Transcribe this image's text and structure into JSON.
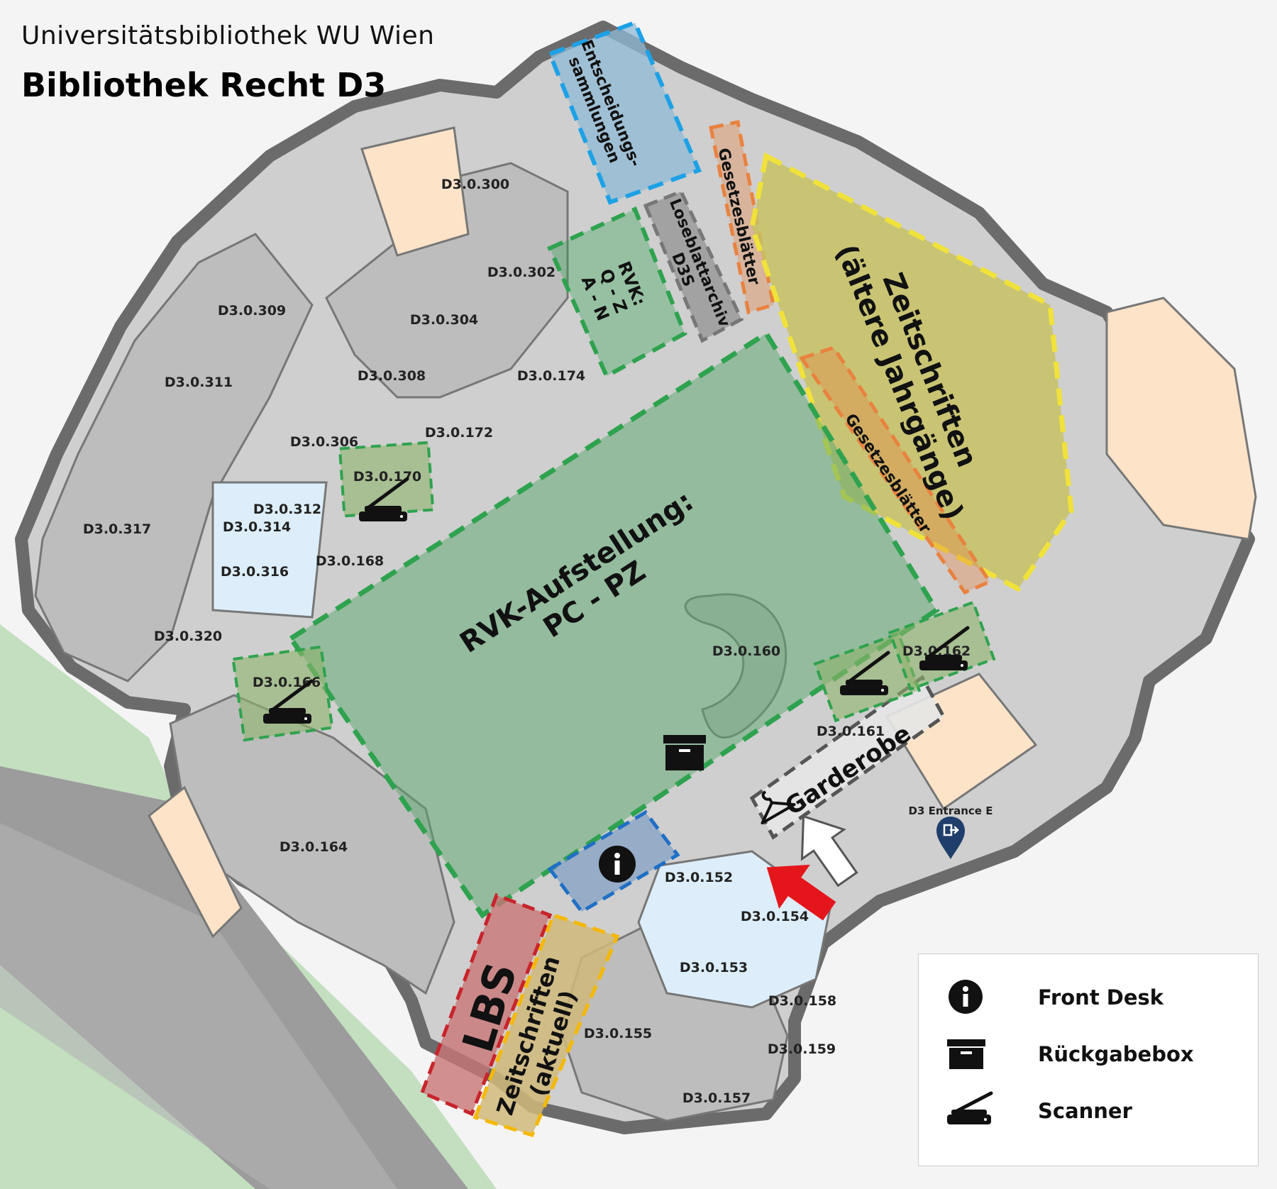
{
  "header": {
    "organization": "Universitätsbibliothek WU Wien",
    "title": "Bibliothek Recht D3"
  },
  "colors": {
    "background": "#f4f4f4",
    "wall": "#6b6b6b",
    "floor": "#cfcfcf",
    "room": "#bdbdbd",
    "stair_wood": "#fde3c8",
    "green_lawn": "#c3dfc0",
    "street": "#9c9c9c",
    "light_blue_room": "#ddeefa",
    "zone_green": "#2fa24f",
    "zone_blue": "#1da1e6",
    "zone_yellow": "#f0e23a",
    "zone_orange": "#e9823f",
    "zone_red": "#c8242c",
    "zone_grey": "#777777",
    "entrance_arrow_red": "#e4161b",
    "entrance_marker": "#1f3e6b"
  },
  "rooms": [
    "D3.0.300",
    "D3.0.302",
    "D3.0.304",
    "D3.0.309",
    "D3.0.308",
    "D3.0.174",
    "D3.0.311",
    "D3.0.172",
    "D3.0.306",
    "D3.0.170",
    "D3.0.312",
    "D3.0.314",
    "D3.0.317",
    "D3.0.168",
    "D3.0.316",
    "D3.0.320",
    "D3.0.166",
    "D3.0.160",
    "D3.0.162",
    "D3.0.161",
    "D3.0.164",
    "D3.0.152",
    "D3.0.154",
    "D3.0.153",
    "D3.0.158",
    "D3.0.155",
    "D3.0.159",
    "D3.0.157"
  ],
  "zones": {
    "entscheidungssammlungen": "Entscheidungs-\nsammlungen",
    "gesetzesblaetter_top": "Gesetzesblätter",
    "loseblattarchiv": "Loseblattarchiv\nD3S",
    "rvk_qz": "RVK:\nQ - Z\nA - N",
    "zeitschriften_aeltere": "Zeitschriften\n(ältere Jahrgänge)",
    "gesetzesblaetter_bottom": "Gesetzesblätter",
    "rvk_main": "RVK-Aufstellung:\nPC - PZ",
    "garderobe": "Garderobe",
    "lbs": "LBS",
    "zeitschriften_aktuell": "Zeitschriften\n(aktuell)"
  },
  "entrance": {
    "label": "D3 Entrance E"
  },
  "legend": {
    "items": [
      {
        "icon": "info-icon",
        "label": "Front Desk"
      },
      {
        "icon": "return-box-icon",
        "label": "Rückgabebox"
      },
      {
        "icon": "scanner-icon",
        "label": "Scanner"
      }
    ]
  }
}
